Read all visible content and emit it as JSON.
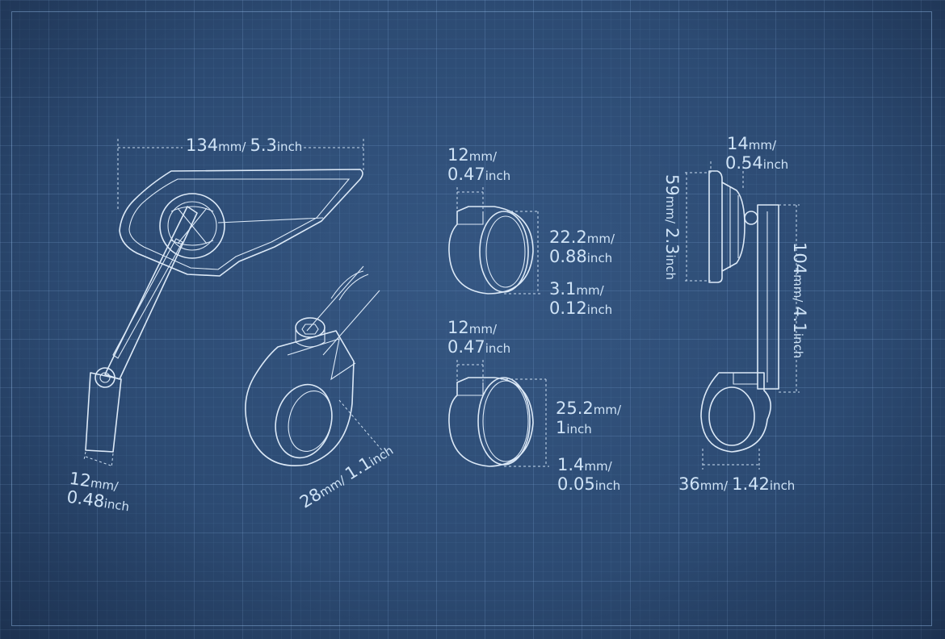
{
  "dimensions": {
    "mirror_width": {
      "value": "134",
      "unit": "mm",
      "sep": "/",
      "alt_value": "5.3",
      "alt_unit": "inch"
    },
    "arm_width": {
      "value": "12",
      "unit": "mm",
      "sep": "/",
      "alt_value": "0.48",
      "alt_unit": "inch"
    },
    "clamp_diameter": {
      "value": "28",
      "unit": "mm",
      "sep": "/",
      "alt_value": "1.1",
      "alt_unit": "inch"
    },
    "ring1_width": {
      "value": "12",
      "unit": "mm",
      "sep": "/",
      "alt_value": "0.47",
      "alt_unit": "inch"
    },
    "ring1_inner": {
      "value": "22.2",
      "unit": "mm",
      "sep": "/",
      "alt_value": "0.88",
      "alt_unit": "inch"
    },
    "ring1_wall": {
      "value": "3.1",
      "unit": "mm",
      "sep": "/",
      "alt_value": "0.12",
      "alt_unit": "inch"
    },
    "ring2_width": {
      "value": "12",
      "unit": "mm",
      "sep": "/",
      "alt_value": "0.47",
      "alt_unit": "inch"
    },
    "ring2_inner": {
      "value": "25.2",
      "unit": "mm",
      "sep": "/",
      "alt_value": "1",
      "alt_unit": "inch"
    },
    "ring2_wall": {
      "value": "1.4",
      "unit": "mm",
      "sep": "/",
      "alt_value": "0.05",
      "alt_unit": "inch"
    },
    "head_depth": {
      "value": "14",
      "unit": "mm",
      "sep": "/",
      "alt_value": "0.54",
      "alt_unit": "inch"
    },
    "head_height": {
      "value": "59",
      "unit": "mm",
      "sep": "/",
      "alt_value": "2.3",
      "alt_unit": "inch"
    },
    "total_height": {
      "value": "104",
      "unit": "mm",
      "sep": "/",
      "alt_value": "4.1",
      "alt_unit": "inch"
    },
    "clamp_width": {
      "value": "36",
      "unit": "mm",
      "sep": "/",
      "alt_value": "1.42",
      "alt_unit": "inch"
    }
  },
  "colors": {
    "background": "#2c4a72",
    "line": "#dce9f7",
    "text": "#cfe3f6"
  }
}
